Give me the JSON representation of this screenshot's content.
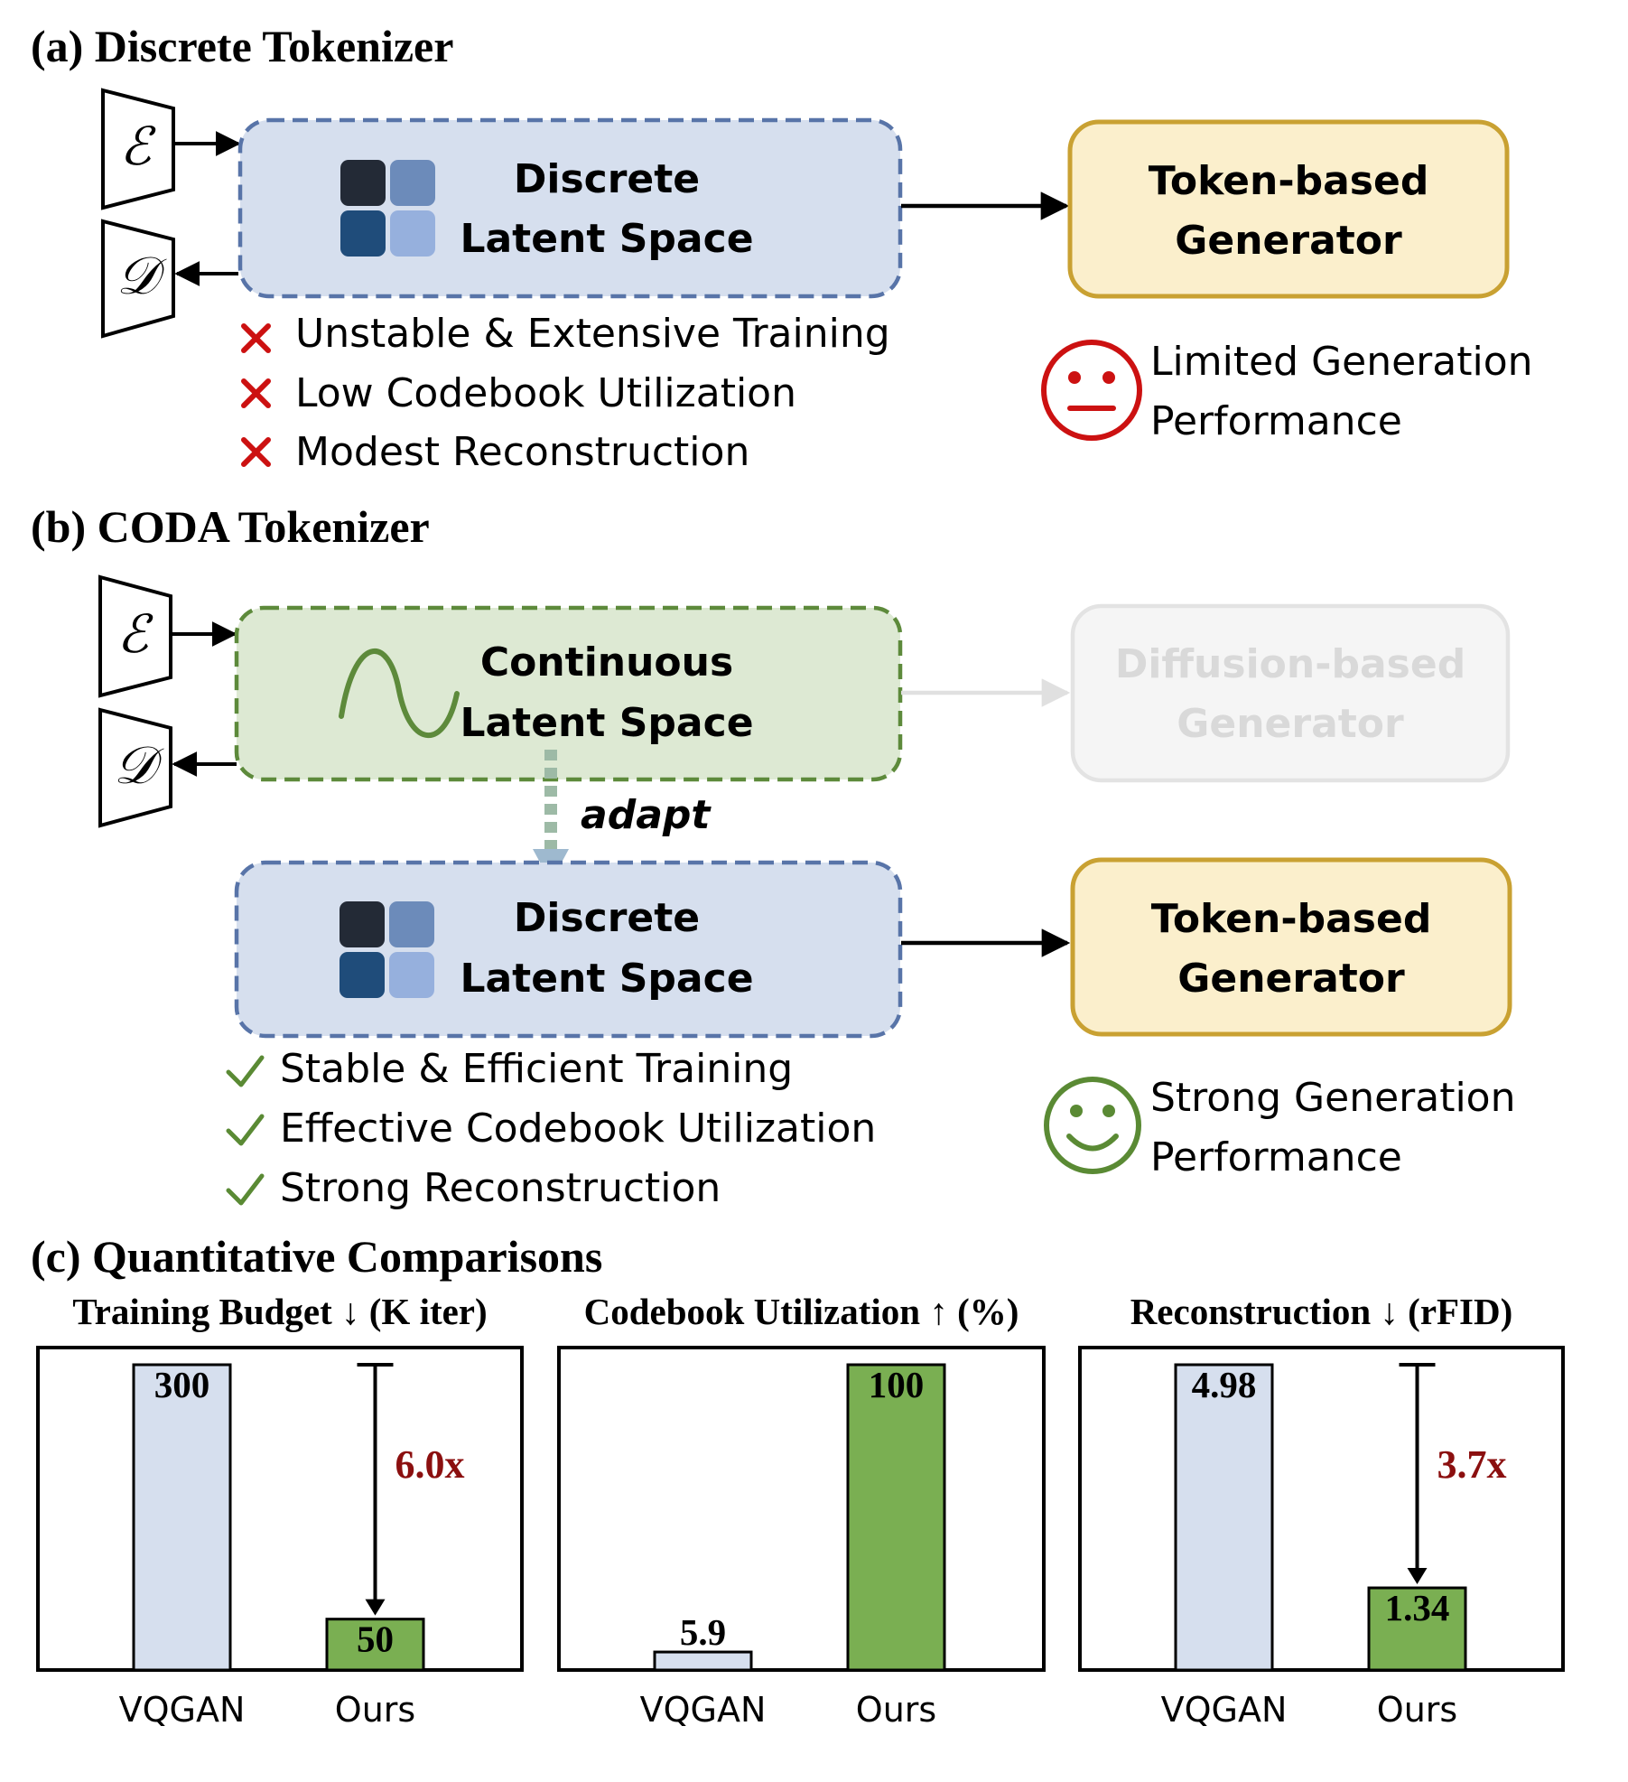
{
  "sections": {
    "a": {
      "title": "(a) Discrete Tokenizer"
    },
    "b": {
      "title": "(b) CODA Tokenizer"
    },
    "c": {
      "title": "(c) Quantitative Comparisons"
    }
  },
  "symbols": {
    "encoder": "ℰ",
    "decoder": "𝒟"
  },
  "panel_a": {
    "latent_line1": "Discrete",
    "latent_line2": "Latent Space",
    "generator_line1": "Token-based",
    "generator_line2": "Generator",
    "cons": [
      "Unstable & Extensive Training",
      "Low Codebook Utilization",
      "Modest Reconstruction"
    ],
    "outcome_line1": "Limited Generation",
    "outcome_line2": "Performance"
  },
  "panel_b": {
    "continuous_line1": "Continuous",
    "continuous_line2": "Latent Space",
    "diffusion_line1": "Diffusion-based",
    "diffusion_line2": "Generator",
    "adapt_label": "adapt",
    "latent_line1": "Discrete",
    "latent_line2": "Latent Space",
    "generator_line1": "Token-based",
    "generator_line2": "Generator",
    "pros": [
      "Stable & Efficient Training",
      "Effective Codebook Utilization",
      "Strong Reconstruction"
    ],
    "outcome_line1": "Strong Generation",
    "outcome_line2": "Performance"
  },
  "colors": {
    "discrete_fill": "#d6dfee",
    "discrete_border": "#5874a8",
    "continuous_fill": "#dde9d3",
    "continuous_border": "#5d8a3b",
    "generator_fill": "#fbefcc",
    "generator_border": "#c9a132",
    "diffusion_fill": "#f5f5f5",
    "diffusion_border": "#e3e3e3",
    "cross": "#cc1111",
    "check": "#5a8a34",
    "bar_vqgan": "#d6dfee",
    "bar_ours": "#7aaf52",
    "ratio_text": "#8b0f0f",
    "codebook_tiles": [
      "#232a36",
      "#6c8bba",
      "#1f4c7a",
      "#96b0dd"
    ]
  },
  "chart_data": [
    {
      "type": "bar",
      "title": "Training Budget ↓ (K iter)",
      "categories": [
        "VQGAN",
        "Ours"
      ],
      "values": [
        300,
        50
      ],
      "labels": [
        "300",
        "50"
      ],
      "ylim": [
        0,
        300
      ],
      "improvement": "6.0x"
    },
    {
      "type": "bar",
      "title": "Codebook Utilization ↑ (%)",
      "categories": [
        "VQGAN",
        "Ours"
      ],
      "values": [
        5.9,
        100
      ],
      "labels": [
        "5.9",
        "100"
      ],
      "ylim": [
        0,
        100
      ]
    },
    {
      "type": "bar",
      "title": "Reconstruction ↓ (rFID)",
      "categories": [
        "VQGAN",
        "Ours"
      ],
      "values": [
        4.98,
        1.34
      ],
      "labels": [
        "4.98",
        "1.34"
      ],
      "ylim": [
        0,
        4.98
      ],
      "improvement": "3.7x"
    }
  ]
}
